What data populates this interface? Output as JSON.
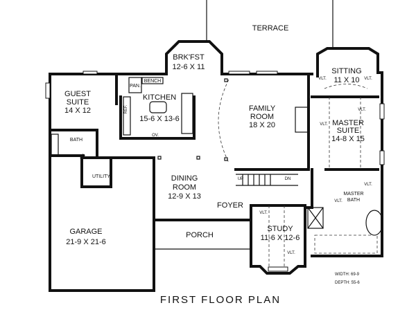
{
  "plan": {
    "title": "FIRST FLOOR PLAN",
    "width": "WIDTH: 69-9",
    "depth": "DEPTH: 55-6",
    "vaulted_label": "VLT.",
    "rooms": {
      "terrace": {
        "name": "TERRACE"
      },
      "breakfast": {
        "name": "BRK'FST",
        "size": "12-6 X 11"
      },
      "bench": {
        "name": "BENCH"
      },
      "pantry": {
        "name": "PAN."
      },
      "refrigerator": {
        "name": "REF."
      },
      "oven": {
        "name": "OV."
      },
      "kitchen": {
        "name": "KITCHEN",
        "size": "15-6 X 13-6"
      },
      "guest_suite": {
        "name1": "GUEST",
        "name2": "SUITE",
        "size": "14 X 12"
      },
      "bath": {
        "name": "BATH"
      },
      "utility": {
        "name": "UTILITY"
      },
      "dining": {
        "name1": "DINING",
        "name2": "ROOM",
        "size": "12-9 X 13"
      },
      "family": {
        "name1": "FAMILY",
        "name2": "ROOM",
        "size": "18 X 20"
      },
      "sitting": {
        "name": "SITTING",
        "size": "11 X 10"
      },
      "master_suite": {
        "name1": "MASTER",
        "name2": "SUITE",
        "size": "14-8 X 15"
      },
      "master_bath": {
        "name1": "MASTER",
        "name2": "BATH"
      },
      "foyer": {
        "name": "FOYER"
      },
      "study": {
        "name": "STUDY",
        "size": "11-6 X 12-6"
      },
      "porch": {
        "name": "PORCH"
      },
      "garage": {
        "name": "GARAGE",
        "size": "21-9 X 21-6"
      },
      "stair_up": "UP",
      "stair_down": "DN"
    }
  }
}
